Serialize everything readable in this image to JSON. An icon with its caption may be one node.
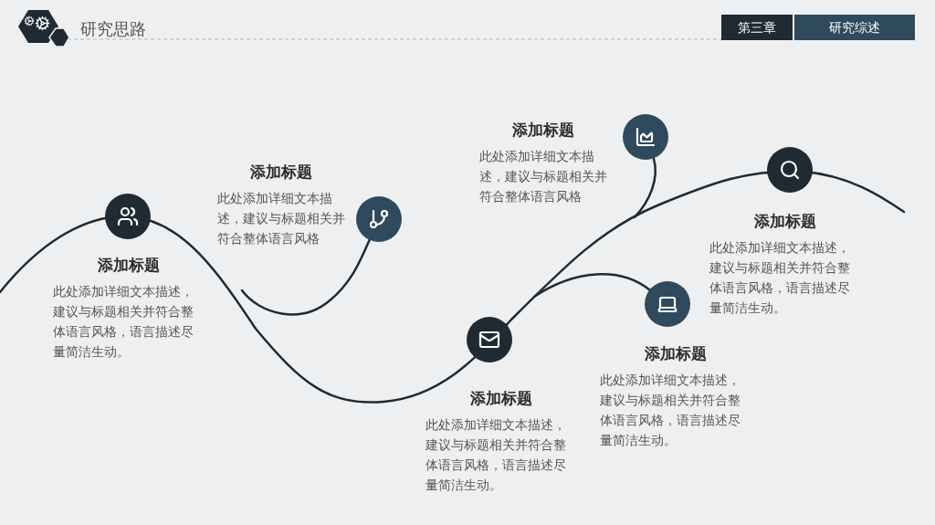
{
  "diagram": {
    "title": "研究思路",
    "nodes": [
      {
        "text": [],
        "shape": "circle",
        "beside": [
          "添加标题",
          "此处添加详细文本描述，建议与标题相关并符合整体语言风格，语言描述尽量简洁生动。"
        ]
      },
      {
        "text": [],
        "shape": "circle",
        "beside": [
          "添加标题",
          "此处添加详细文本描述，建议与标题相关并符合整体语言风格"
        ]
      },
      {
        "text": [],
        "shape": "circle",
        "beside": [
          "添加标题",
          "此处添加详细文本描述，建议与标题相关并符合整体语言风格，语言描述尽量简洁生动。"
        ]
      },
      {
        "text": [],
        "shape": "circle",
        "beside": [
          "添加标题",
          "此处添加详细文本描述，建议与标题相关并符合整体语言风格"
        ]
      },
      {
        "text": [],
        "shape": "circle",
        "beside": [
          "添加标题",
          "此处添加详细文本描述，建议与标题相关并符合整体语言风格，语言描述尽量简洁生动。"
        ]
      },
      {
        "text": [],
        "shape": "circle",
        "beside": [
          "添加标题",
          "此处添加详细文本描述，建议与标题相关并符合整体语言风格，语言描述尽量简洁生动。"
        ]
      }
    ],
    "labels": [
      "第三章",
      "研究综述"
    ]
  }
}
